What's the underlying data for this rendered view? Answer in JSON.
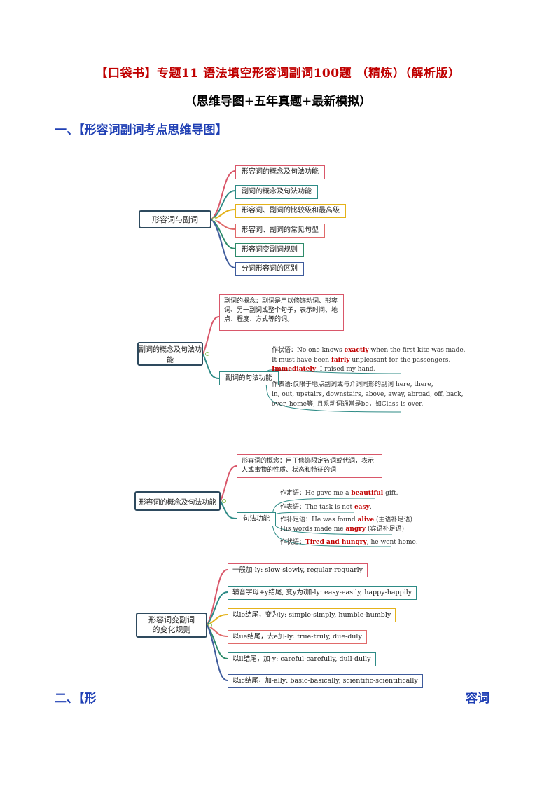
{
  "header": {
    "title": "【口袋书】专题11  语法填空形容词副词100题  （精炼）（解析版）",
    "subtitle": "（思维导图+五年真题+最新模拟）"
  },
  "section1": {
    "label": "一、【形容词副词考点思维导图】"
  },
  "section2": {
    "label_start": "二、【形",
    "label_end": "容词"
  },
  "map1": {
    "root": "形容词与副词",
    "branches": [
      "形容词的概念及句法功能",
      "副词的概念及句法功能",
      "形容词、副词的比较级和最高级",
      "形容词、副词的常见句型",
      "形容词变副词规则",
      "分词形容词的区别"
    ]
  },
  "map2": {
    "root": "副词的概念及句法功能",
    "concept": "副词的概念：副词是用以修饰动词、形容词、另一副词或整个句子，表示时间、地点、程度、方式等的词。",
    "function_label": "副词的句法功能",
    "adverbial": {
      "label": "作状语：",
      "l1a": "No one knows ",
      "l1h": "exactly",
      "l1b": " when the first kite was made.",
      "l2a": "It must have been ",
      "l2h": "fairly",
      "l2b": " unpleasant for the passengers.",
      "l3h": "Immediately",
      "l3b": ", I raised my hand."
    },
    "predicative": {
      "l1": "作表语:仅限于地点副词或与介词同形的副词 here, there,",
      "l2": "in, out, upstairs, downstairs, above, away, abroad, off, back,",
      "l3": "over, home等, 且系动词通常是be，如Class is over."
    }
  },
  "map3": {
    "root": "形容词的概念及句法功能",
    "concept": "形容词的概念：用于修饰限定名词或代词，表示人或事物的性质、状态和特征的词",
    "function_label": "句法功能",
    "attr": {
      "a": "作定语：He gave me a ",
      "h": "beautiful",
      "b": " gift."
    },
    "pred": {
      "a": "作表语：The task is not ",
      "h": "easy",
      "b": "."
    },
    "comp1": {
      "a": "作补足语：He was found ",
      "h": "alive",
      "b": ".(主语补足语)"
    },
    "comp2": {
      "a": "His words made me ",
      "h": "angry",
      "b": " (宾语补足语)"
    },
    "adv": {
      "a": "作状语：",
      "h": "Tired and hungry",
      "b": ", he went home."
    }
  },
  "map4": {
    "root_l1": "形容词变副词",
    "root_l2": "的变化规则",
    "rules": [
      "一般加-ly: slow-slowly, regular-reguarly",
      "辅音字母+y结尾, 变y为i加-ly: easy-easily, happy-happily",
      "以le结尾，变为ly: simple-simply, humble-humbly",
      "以ue结尾，去e加-ly: true-truly, due-duly",
      "以ll结尾，加-y: careful-carefully, dull-dully",
      "以ic结尾，加-ally:  basic-basically, scientific-scientifically"
    ]
  },
  "colors": {
    "title": "#c00000",
    "section": "#1f3fb4",
    "red": "#d9576a",
    "teal": "#2e8b86",
    "yellow": "#e4b21a",
    "blue": "#3e5b9c"
  }
}
